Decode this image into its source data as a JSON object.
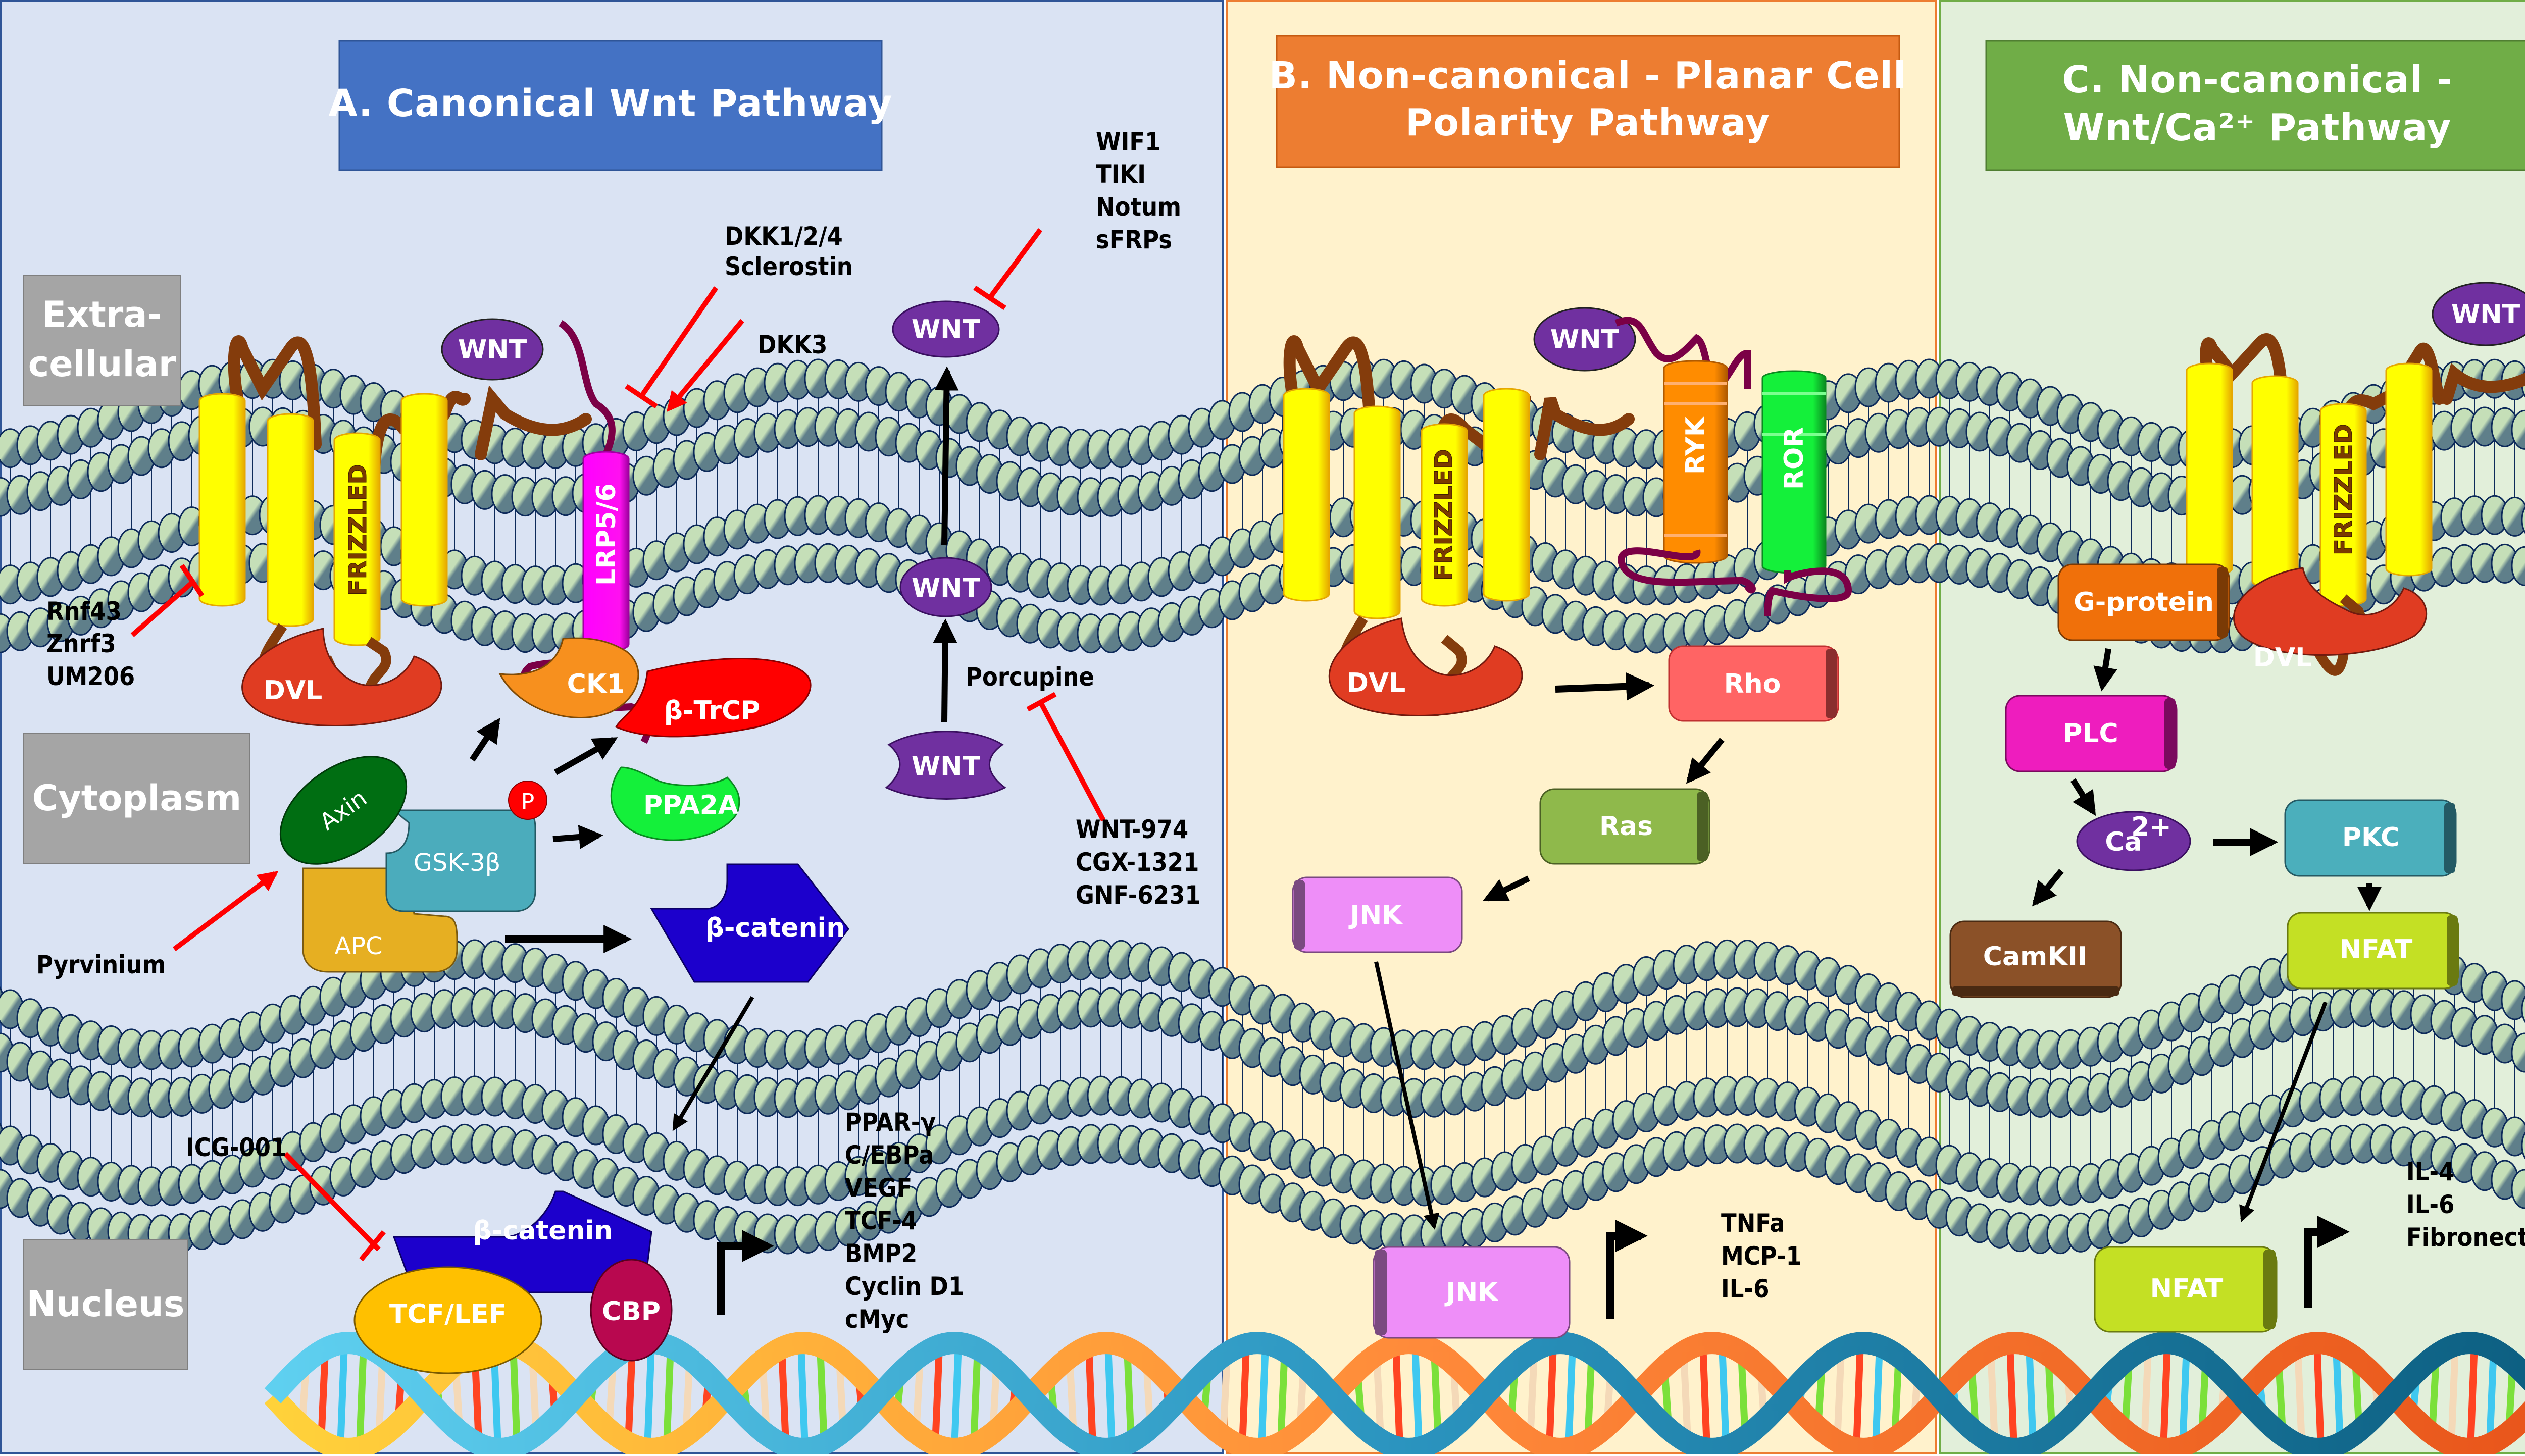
{
  "panels": {
    "A": {
      "title": "A. Canonical Wnt Pathway",
      "title_color": "#4472C4",
      "background": "#DAE3F3",
      "border": "#2F5597"
    },
    "B": {
      "title_line1": "B. Non-canonical - Planar Cell",
      "title_line2": "Polarity Pathway",
      "title_color": "#ED7D31",
      "background": "#FFF2CC",
      "border": "#ED7D31"
    },
    "C": {
      "title_line1": "C. Non-canonical -",
      "title_line2": "Wnt/Ca²⁺ Pathway",
      "title_color": "#70AD47",
      "background": "#E2EFDA",
      "border": "#70AD47"
    }
  },
  "compartments": {
    "extracellular_line1": "Extra-",
    "extracellular_line2": "cellular",
    "cytoplasm": "Cytoplasm",
    "nucleus": "Nucleus"
  },
  "canonical": {
    "wnt_ligand": "WNT",
    "receptor": "FRIZZLED",
    "coreceptor": "LRP5/6",
    "dvl": "DVL",
    "ck1": "CK1",
    "btrcp": "β-TrCP",
    "ppa2a": "PPA2A",
    "axin": "Axin",
    "gsk3b": "GSK-3β",
    "phospho": "P",
    "apc": "APC",
    "bcatenin": "β-catenin",
    "bcatenin_nuclear": "β-catenin",
    "tcf_lef": "TCF/LEF",
    "cbp": "CBP",
    "wnt_secreted": "WNT",
    "wnt_middle": "WNT",
    "wnt_immature": "WNT",
    "porcupine": "Porcupine",
    "inhibitors": {
      "dkk": [
        "DKK1/2/4",
        "Sclerostin"
      ],
      "dkk3": "DKK3",
      "wif": [
        "WIF1",
        "TIKI",
        "Notum",
        "sFRPs"
      ],
      "rnf": [
        "Rnf43",
        "Znrf3",
        "UM206"
      ],
      "porcupine_inhibitors": [
        "WNT-974",
        "CGX-1321",
        "GNF-6231"
      ],
      "pyrvinium": "Pyrvinium",
      "icg": "ICG-001"
    },
    "target_genes": [
      "PPAR-γ",
      "C/EBPa",
      "VEGF",
      "TCF-4",
      "BMP2",
      "Cyclin D1",
      "cMyc"
    ]
  },
  "pcp": {
    "wnt_ligand": "WNT",
    "receptor": "FRIZZLED",
    "ryk": "RYK",
    "ror": "ROR",
    "dvl": "DVL",
    "rho": "Rho",
    "ras": "Ras",
    "jnk": "JNK",
    "jnk_nuclear": "JNK",
    "target_genes": [
      "TNFa",
      "MCP-1",
      "IL-6"
    ]
  },
  "calcium": {
    "wnt_ligand": "WNT",
    "receptor": "FRIZZLED",
    "dvl": "DVL",
    "gprotein": "G-protein",
    "plc": "PLC",
    "ca": "Ca",
    "ca_sup": "2+",
    "pkc": "PKC",
    "camkii": "CamKII",
    "nfat": "NFAT",
    "nfat_nuclear": "NFAT",
    "target_genes": [
      "IL-4",
      "IL-6",
      "Fibronectin"
    ]
  },
  "colors": {
    "wnt": "#7030A0",
    "frizzled": "#FFFF00",
    "frizzled_edge": "#E6A800",
    "loop": "#843C0C",
    "lrp": "#FF00FF",
    "lrp_loop": "#7B0046",
    "dvl": "#E03C22",
    "ck1": "#F7901E",
    "btrcp": "#FF0000",
    "ppa2a": "#14F03A",
    "axin": "#006E12",
    "gsk3b": "#4BACBC",
    "apc": "#E6AF22",
    "bcatenin": "#1C00CC",
    "tcf": "#FFC000",
    "cbp": "#B8084F",
    "ryk": "#FF8C00",
    "ror": "#14F03A",
    "rho": "#FF6464",
    "ras": "#8FB94B",
    "jnk": "#EE8EF8",
    "gprotein": "#F0700A",
    "plc": "#EE1DBE",
    "pkc": "#4BAFBC",
    "camkii": "#8B5128",
    "nfat": "#C4E024",
    "inhibit": "#FF0000",
    "arrow": "#000000",
    "lipid_head": "#C5DFB8",
    "lipid_edge": "#0D2A5A",
    "label_box": "#A5A5A5"
  }
}
